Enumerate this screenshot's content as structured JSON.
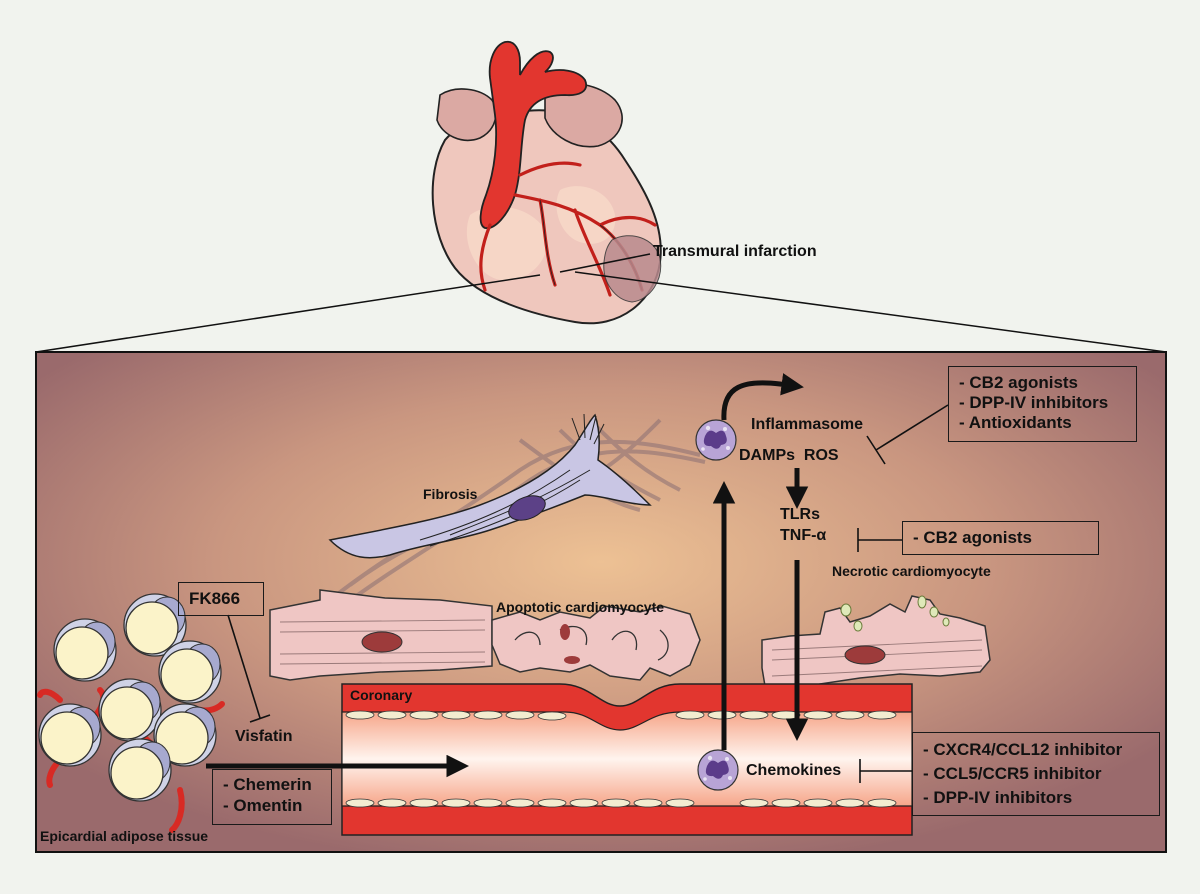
{
  "labels": {
    "transmural_infarction": "Transmural infarction",
    "inflammasome": "Inflammasome",
    "damps_ros": "DAMPs  ROS",
    "tlrs": "TLRs",
    "tnf_alpha": "TNF-α",
    "fibrosis": "Fibrosis",
    "necrotic_cardiomyocyte": "Necrotic cardiomyocyte",
    "apoptotic_cardiomyocyte": "Apoptotic cardiomyocyte",
    "coronary": "Coronary",
    "chemokines": "Chemokines",
    "visfatin": "Visfatin",
    "epicardial_adipose_tissue": "Epicardial adipose tissue"
  },
  "boxes": {
    "inflammasome_inhibitors": [
      "- CB2 agonists",
      "- DPP-IV inhibitors",
      "- Antioxidants"
    ],
    "tnf_inhibitors": [
      "- CB2 agonists"
    ],
    "fk866": [
      "FK866"
    ],
    "adipokines": [
      "- Chemerin",
      "- Omentin"
    ],
    "chemokine_inhibitors": [
      "- CXCR4/CCL12 inhibitor",
      "- CCL5/CCR5 inhibitor",
      "- DPP-IV inhibitors"
    ]
  },
  "colors": {
    "background": "#f1f3ee",
    "panel_center": "#e9b98f",
    "panel_edge": "#9c6c6c",
    "artery_red": "#e2362f",
    "heart_pink": "#efc7bd",
    "cardiomyocyte": "#efc6c4",
    "fibroblast": "#c9c6e4",
    "leukocyte": "#a58cc8",
    "adipocyte": "#fbf3c9"
  }
}
